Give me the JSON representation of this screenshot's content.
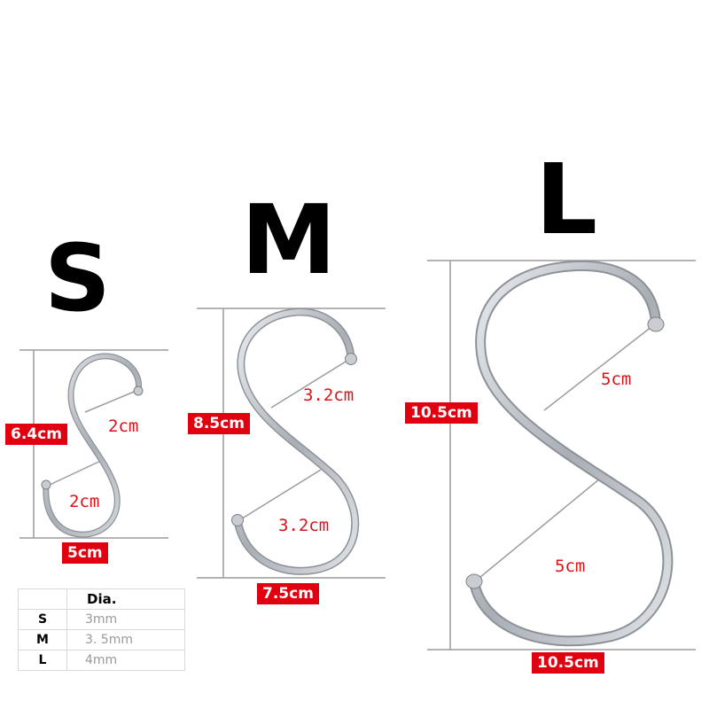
{
  "sizes": {
    "s": {
      "letter": "S",
      "height": "6.4cm",
      "width": "5cm",
      "gap_top": "2cm",
      "gap_bottom": "2cm"
    },
    "m": {
      "letter": "M",
      "height": "8.5cm",
      "width": "7.5cm",
      "gap_top": "3.2cm",
      "gap_bottom": "3.2cm"
    },
    "l": {
      "letter": "L",
      "height": "10.5cm",
      "width": "10.5cm",
      "gap_top": "5cm",
      "gap_bottom": "5cm"
    }
  },
  "table": {
    "header": "Dia.",
    "rows": [
      {
        "size": "S",
        "dia": "3mm"
      },
      {
        "size": "M",
        "dia": "3. 5mm"
      },
      {
        "size": "L",
        "dia": "4mm"
      }
    ]
  },
  "colors": {
    "label_red": "#e0000f",
    "inner_text_red": "#d8141b",
    "guide_gray": "#9c9c9c",
    "hook_steel": "#b8bcc2"
  }
}
